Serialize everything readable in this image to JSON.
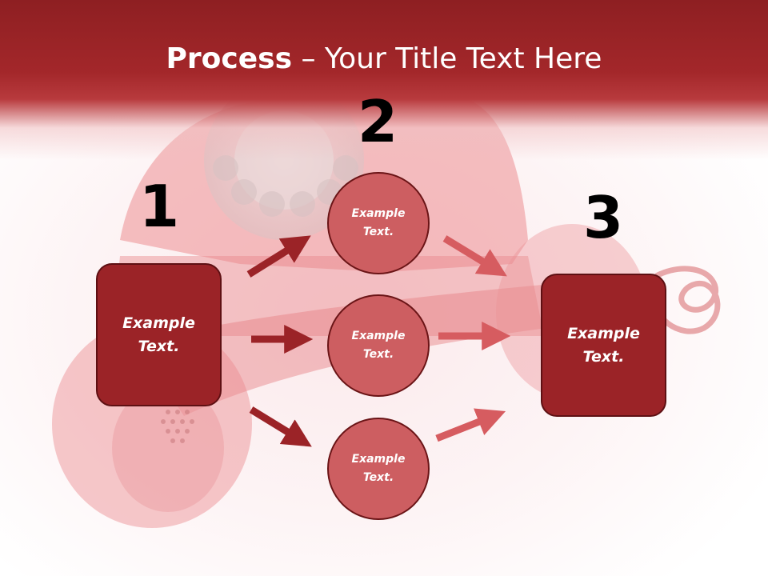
{
  "slide": {
    "title_bold": "Process",
    "title_rest": " – Your Title Text Here",
    "steps": [
      {
        "number": "1",
        "label": "Example Text."
      },
      {
        "number": "2",
        "label": ""
      },
      {
        "number": "3",
        "label": "Example Text."
      }
    ],
    "circles": [
      {
        "label": "Example Text."
      },
      {
        "label": "Example Text."
      },
      {
        "label": "Example Text."
      }
    ]
  },
  "colors": {
    "header": "#a3272a",
    "box_fill": "#9b2327",
    "circle_fill": "#cd5e61",
    "arrow_dark": "#9b2327",
    "arrow_light": "#d65c60"
  }
}
